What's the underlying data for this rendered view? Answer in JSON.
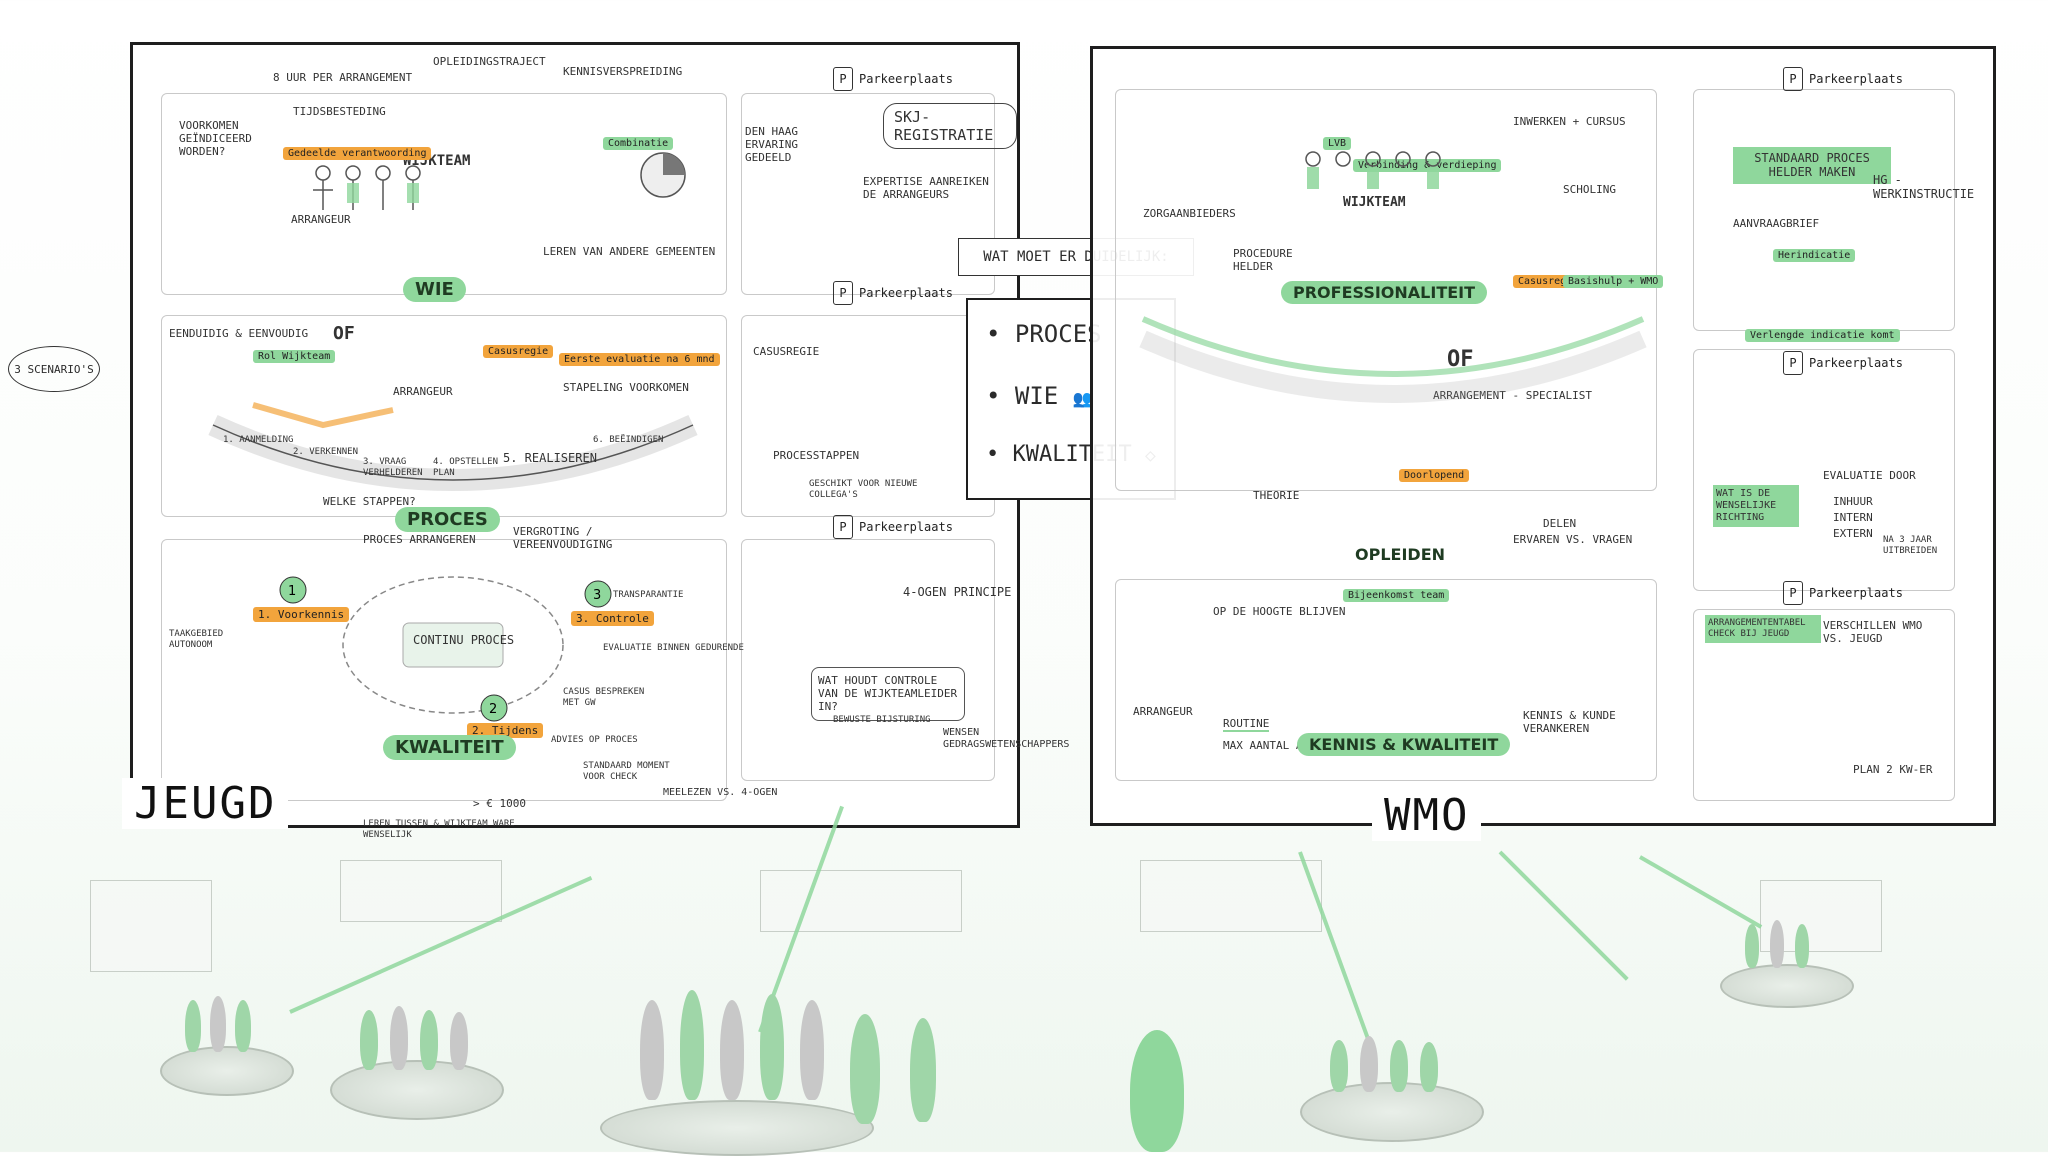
{
  "boards": {
    "jeugd": {
      "label": "JEUGD",
      "sections": {
        "wie": "WIE",
        "proces": "PROCES",
        "kwaliteit": "KWALITEIT"
      },
      "top_notes": [
        "8 uur per arrangement",
        "Opleidingstraject",
        "Kennisverspreiding",
        "Tijdsbesteding",
        "Voorkomen geïndiceerd worden?",
        "Wijkteam",
        "Arrangeur",
        "Gedeelde verantwoording",
        "Combinatie",
        "Den Haag ervaring gedeeld",
        "Expertise aanreiken de arrangeurs",
        "Leren van andere gemeenten"
      ],
      "wie_notes": [
        "Eenduidig & eenvoudig",
        "OF",
        "Rol Wijkteam",
        "Arrangeur",
        "Casusregie",
        "Eerste evaluatie na 6 mnd",
        "Stapeling voorkomen"
      ],
      "proces_steps": [
        "1. Aanmelding",
        "2. Verkennen",
        "3. Vraag verhelderen",
        "4. Opstellen plan",
        "5. Realiseren",
        "6. Beëindigen"
      ],
      "proces_notes": [
        "Welke stappen?",
        "Proces arrangeren",
        "Vergroting / Vereenvoudiging"
      ],
      "kwaliteit_items": [
        "1. Voorkennis",
        "2. Tijdens",
        "3. Controle"
      ],
      "kwaliteit_notes": [
        "Continu proces",
        "Taakgebied autonoom",
        "Transparantie",
        "Evaluatie binnen gedurende",
        "Casus bespreken met GW",
        "Advies op proces",
        "Standaard moment voor check",
        "Meelezen vs. 4-ogen",
        "> € 1000",
        "Leren tussen & wijkteam ware wenselijk"
      ],
      "parking": [
        {
          "title": "Parkeerplaats",
          "text": "SKJ-registratie"
        },
        {
          "title": "Parkeerplaats",
          "text": "Casusregie"
        },
        {
          "title": "Parkeerplaats",
          "text": "4-ogen principe"
        }
      ],
      "right_notes": [
        "Processtappen",
        "Geschikt voor nieuwe collega's",
        "Wat houdt controle van de wijkteamleider in?",
        "Bewuste bijsturing",
        "Wensen gedragswetenschappers"
      ]
    },
    "center": {
      "heading": "WAT MOET ER DUIDELIJK:",
      "items": [
        "PROCES",
        "WIE",
        "KWALITEIT"
      ]
    },
    "wmo": {
      "label": "WMO",
      "sections": {
        "professionaliteit": "PROFESSIONALITEIT",
        "opleiden": "OPLEIDEN",
        "kennis": "KENNIS & KWALITEIT"
      },
      "top_notes": [
        "Zorgaanbieders",
        "Wijkteam",
        "LVB",
        "Verbinding & verdieping",
        "Procedure helder",
        "Inwerken + Cursus",
        "Casusregie",
        "Scholing",
        "OF",
        "Arrangement - specialist"
      ],
      "middle_notes": [
        "Basishulp + WMO",
        "Herindicatie",
        "Verlengde indicatie komt",
        "Aanvraagbrief",
        "Theorie",
        "Doorlopend",
        "Delen",
        "Ervaren vs. Vragen",
        "Opleiden"
      ],
      "kennis_notes": [
        "Bijeenkomst team",
        "Op de hoogte blijven",
        "Routine",
        "Max aantal afspraken",
        "Kennis & kunde verankeren",
        "Arrangeur"
      ],
      "parking": [
        {
          "title": "Parkeerplaats",
          "text": "Standaard proces helder maken"
        },
        {
          "title": "Parkeerplaats",
          "text": "Wat is de wenselijke richting"
        },
        {
          "title": "Parkeerplaats",
          "text": "Arrangemententabel check bij Jeugd"
        }
      ],
      "right_notes": [
        "HG - werkinstructie",
        "Evaluatie door",
        "Inhuur",
        "Intern",
        "Extern",
        "Na 3 jaar uitbreiden",
        "Verschillen WMO vs. Jeugd",
        "Plan 2 KW-er"
      ]
    },
    "side_label": "3 SCENARIO'S"
  }
}
